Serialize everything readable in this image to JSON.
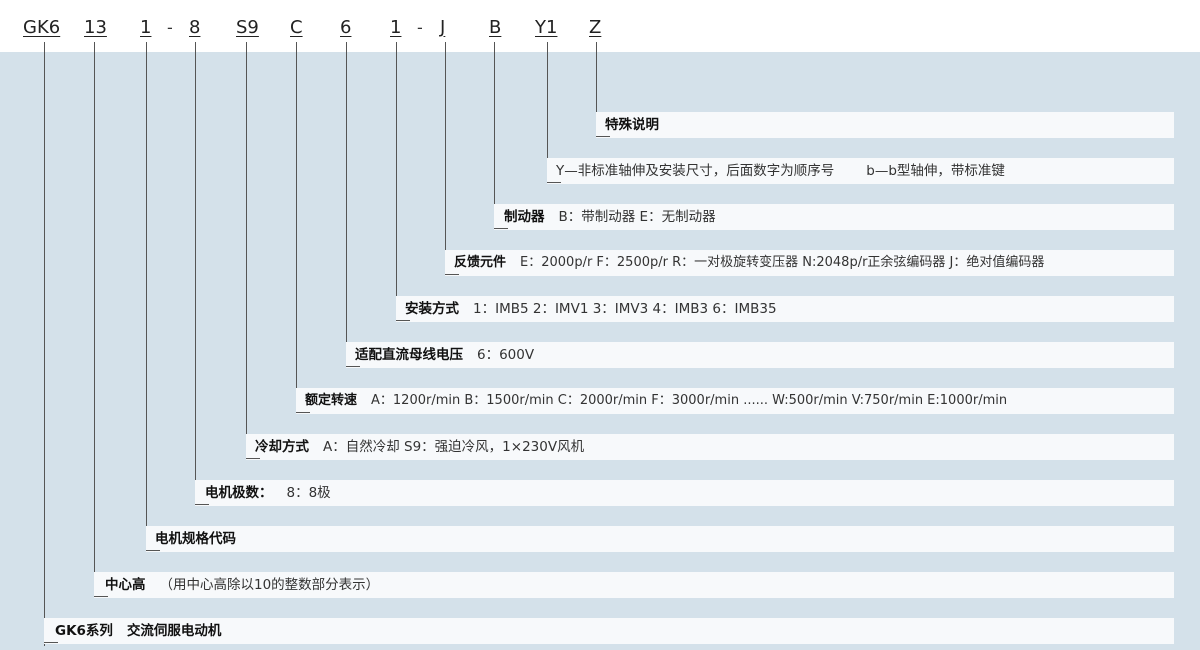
{
  "codes": [
    "GK6",
    "13",
    "1",
    "8",
    "S9",
    "C",
    "6",
    "1",
    "J",
    "B",
    "Y1",
    "Z"
  ],
  "dashes": [
    "-",
    "-"
  ],
  "rows": [
    {
      "title": "特殊说明",
      "desc": ""
    },
    {
      "title": "Y—非标准轴伸及安装尺寸，后面数字为顺序号",
      "desc": "b—b型轴伸，带标准键"
    },
    {
      "title": "制动器",
      "desc": "B：带制动器   E：无制动器"
    },
    {
      "title": "反馈元件",
      "desc": "E：2000p/r   F：2500p/r   R：一对极旋转变压器   N:2048p/r正余弦编码器   J：绝对值编码器"
    },
    {
      "title": "安装方式",
      "desc": "1：IMB5   2：IMV1   3：IMV3   4：IMB3   6：IMB35"
    },
    {
      "title": "适配直流母线电压",
      "desc": "6：600V"
    },
    {
      "title": "额定转速",
      "desc": "A：1200r/min   B：1500r/min   C：2000r/min   F：3000r/min ......   W:500r/min   V:750r/min   E:1000r/min"
    },
    {
      "title": "冷却方式",
      "desc": "A：自然冷却   S9：强迫冷风，1×230V风机"
    },
    {
      "title": "电机极数：",
      "desc": "8：8极"
    },
    {
      "title": "电机规格代码",
      "desc": ""
    },
    {
      "title": "中心高",
      "desc": "（用中心高除以10的整数部分表示）"
    },
    {
      "title": "GK6系列",
      "desc": "交流伺服电动机"
    }
  ]
}
